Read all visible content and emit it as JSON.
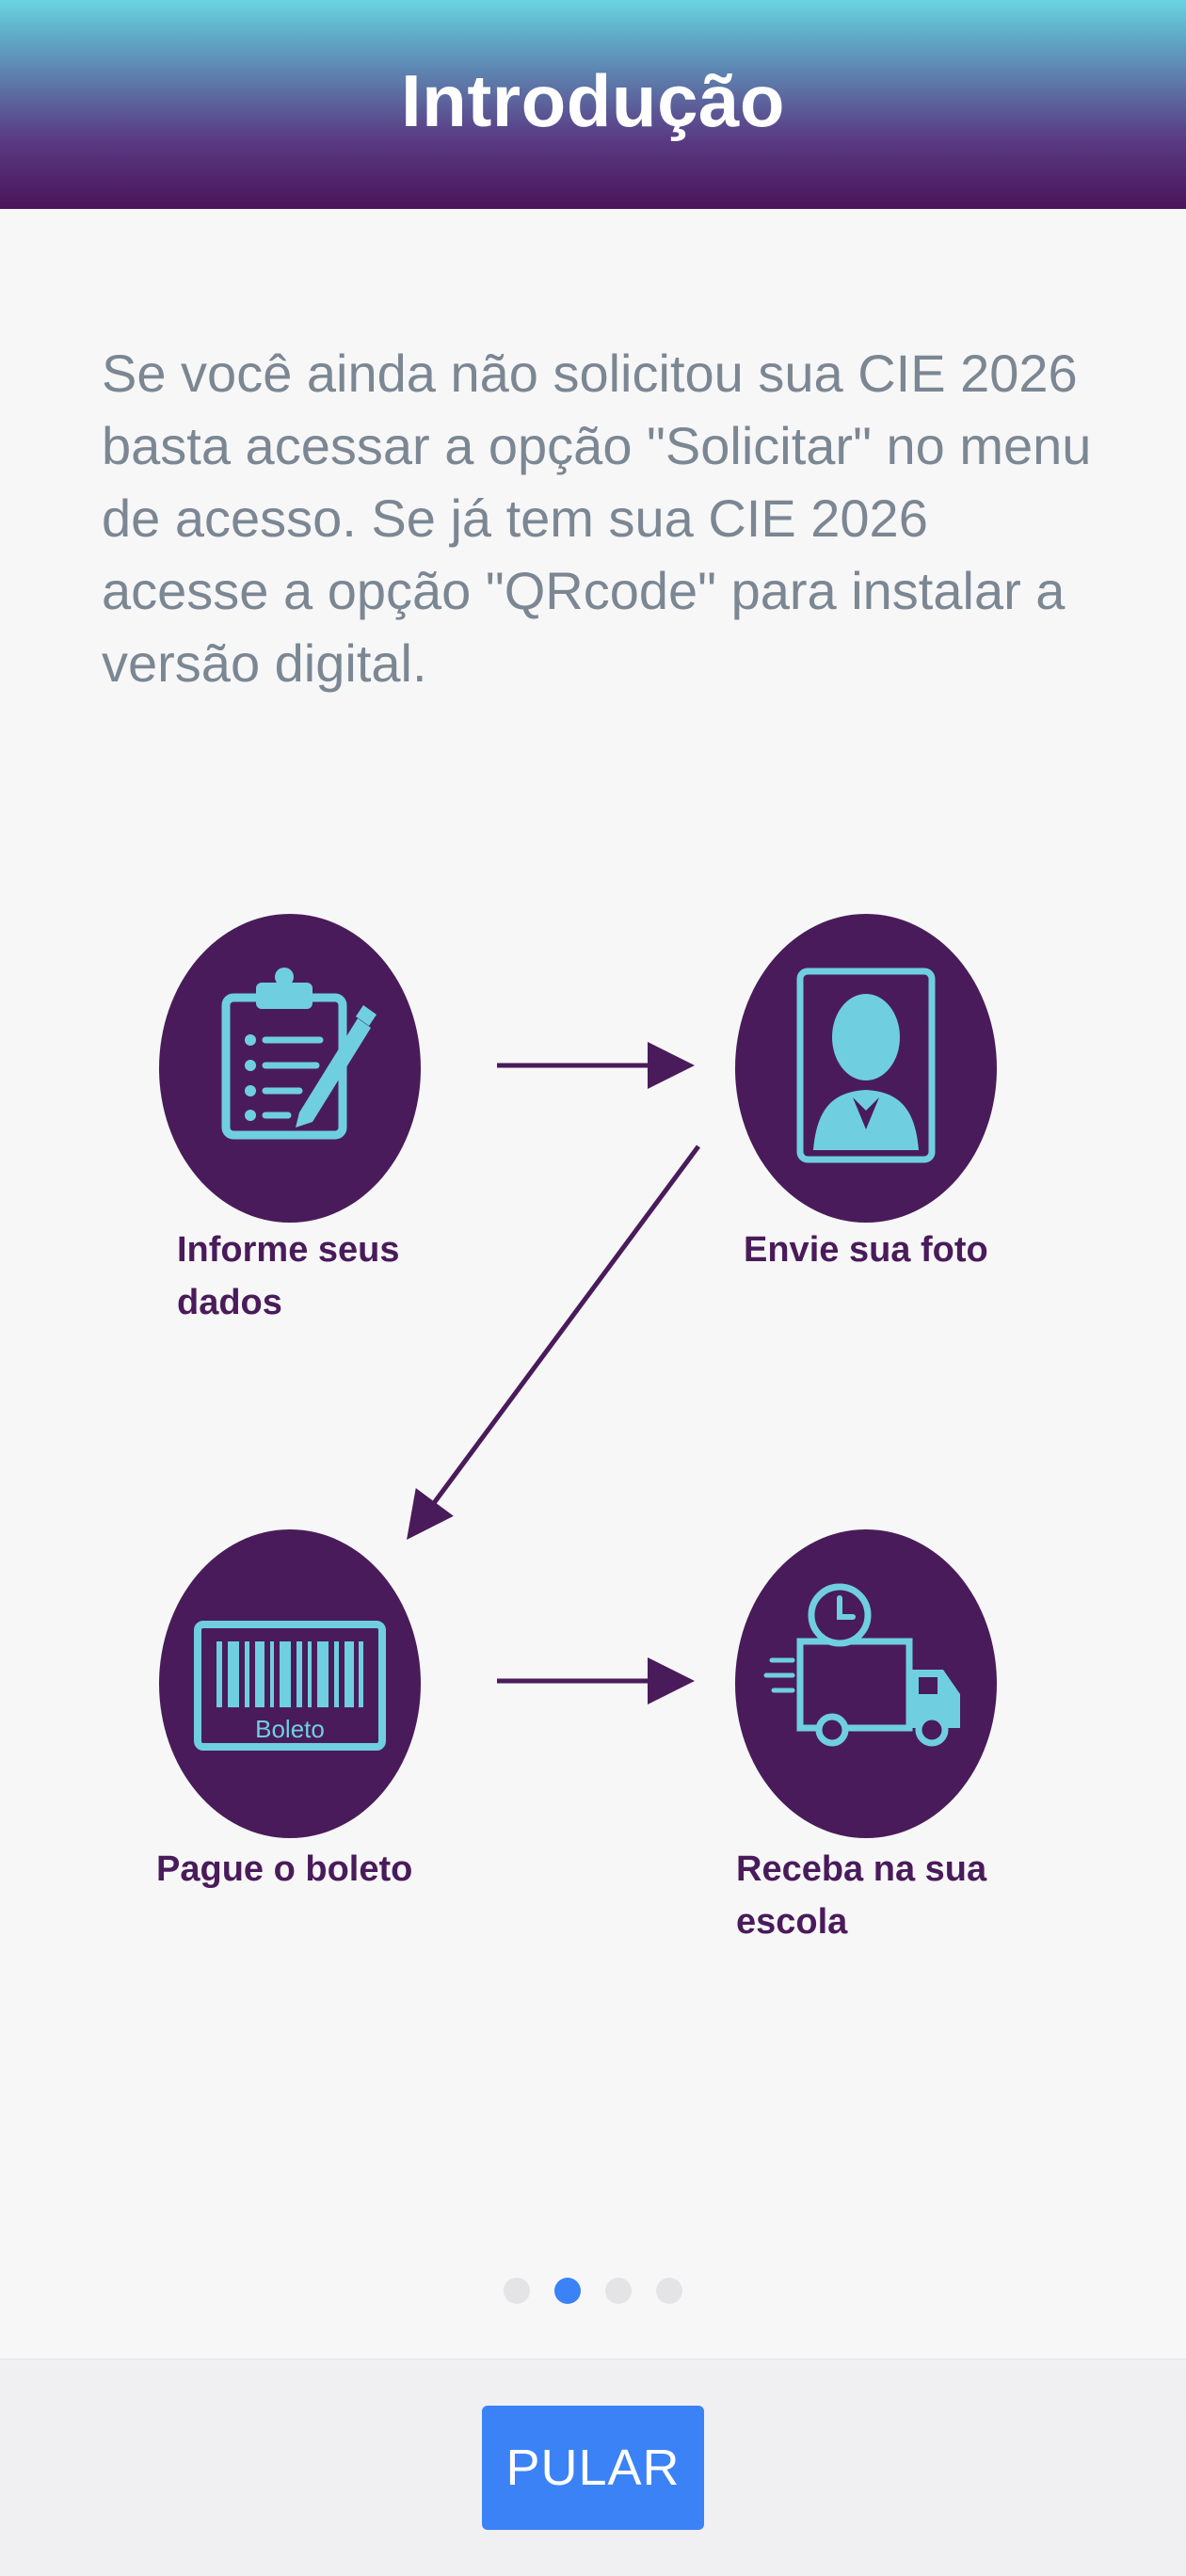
{
  "header": {
    "title": "Introdução"
  },
  "intro_text": "Se você ainda não solicitou sua CIE 2026 basta acessar a opção \"Solicitar\" no menu de acesso. Se já tem sua CIE 2026 acesse a opção \"QRcode\" para instalar a versão digital.",
  "steps": [
    {
      "label": "Informe seus dados",
      "icon": "clipboard-icon"
    },
    {
      "label": "Envie sua foto",
      "icon": "photo-portrait-icon"
    },
    {
      "label": "Pague o boleto",
      "icon": "barcode-icon",
      "badge": "Boleto"
    },
    {
      "label": "Receba na sua escola",
      "icon": "delivery-truck-icon"
    }
  ],
  "colors": {
    "circle": "#4a1b5a",
    "icon": "#6fcfe0",
    "accent": "#3b82f6",
    "text": "#7b8793"
  },
  "pagination": {
    "total": 4,
    "active": 2
  },
  "footer": {
    "skip_label": "PULAR"
  }
}
